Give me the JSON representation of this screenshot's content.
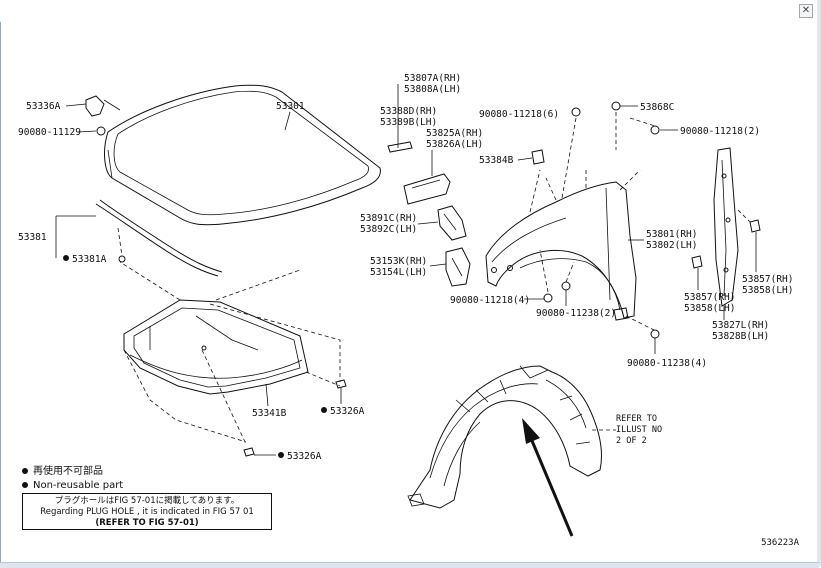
{
  "window": {
    "close_glyph": "✕"
  },
  "labels": {
    "p53336A": "53336A",
    "p90080_11129": "90080-11129",
    "p53301": "53301",
    "p53381": "53381",
    "p53381A": "53381A",
    "p53807A": "53807A(RH)",
    "p53808A": "53808A(LH)",
    "p53388D": "53388D(RH)",
    "p53389B": "53389B(LH)",
    "p53825A": "53825A(RH)",
    "p53826A": "53826A(LH)",
    "p90080_11218_6": "90080-11218(6)",
    "p53868C": "53868C",
    "p90080_11218_2": "90080-11218(2)",
    "p53384B": "53384B",
    "p53891C": "53891C(RH)",
    "p53892C": "53892C(LH)",
    "p53801": "53801(RH)",
    "p53802": "53802(LH)",
    "p53153K": "53153K(RH)",
    "p53154L": "53154L(LH)",
    "p53857_rh": "53857(RH)",
    "p53858_lh": "53858(LH)",
    "p90080_11218_4": "90080-11218(4)",
    "p90080_11238_2": "90080-11238(2)",
    "p53857_rh2": "53857(RH)",
    "p53858_lh2": "53858(LH)",
    "p53827L": "53827L(RH)",
    "p53828B": "53828B(LH)",
    "p90080_11238_4": "90080-11238(4)",
    "p53341B": "53341B",
    "p53326A_1": "53326A",
    "p53326A_2": "53326A"
  },
  "refer_note": {
    "line1": "REFER TO",
    "line2": "ILLUST NO",
    "line3": "2 OF 2"
  },
  "legend": {
    "jp": "再使用不可部品",
    "en": "Non-reusable part"
  },
  "note": {
    "jp": "プラグホールはFIG 57-01に掲載してあります。",
    "en": "Regarding  PLUG HOLE , it is indicated in FIG 57 01",
    "refer": "(REFER TO FIG 57-01)"
  },
  "ref_code": "536223A"
}
